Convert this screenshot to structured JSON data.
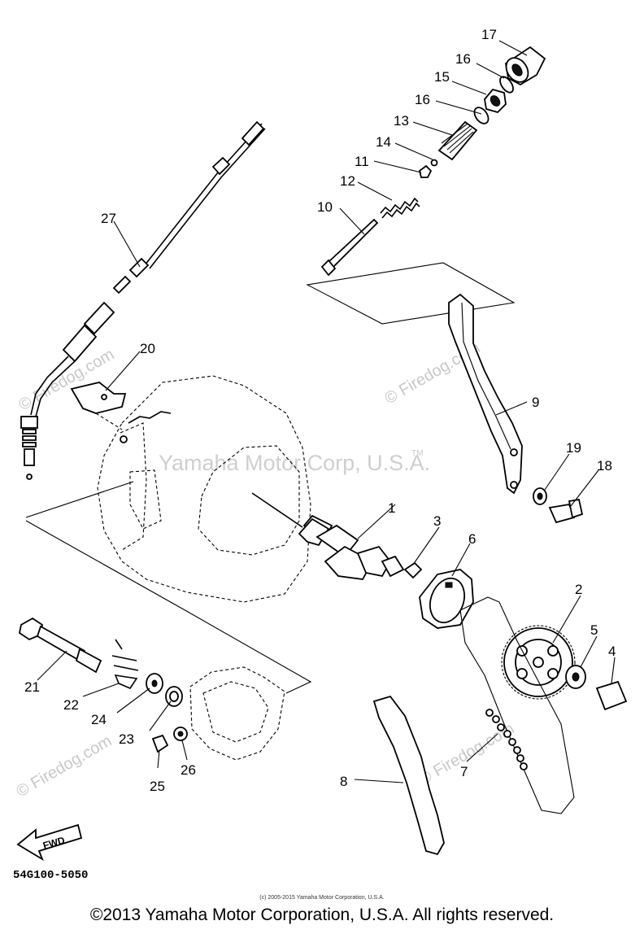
{
  "watermarks": {
    "brand": "Yamaha Motor Corp, U.S.A.",
    "tm": "TM",
    "site": "© Firedog.com"
  },
  "callouts": [
    "1",
    "2",
    "3",
    "4",
    "5",
    "6",
    "7",
    "8",
    "9",
    "10",
    "11",
    "12",
    "13",
    "14",
    "15",
    "16",
    "17",
    "18",
    "19",
    "20",
    "21",
    "22",
    "23",
    "24",
    "25",
    "26",
    "27"
  ],
  "fwd_label": "FWD",
  "diagram_code": "54G100-5050",
  "small_copyright": "(c) 2005-2015 Yamaha Motor Corporation, U.S.A.",
  "footer": "©2013 Yamaha Motor Corporation, U.S.A. All rights reserved."
}
